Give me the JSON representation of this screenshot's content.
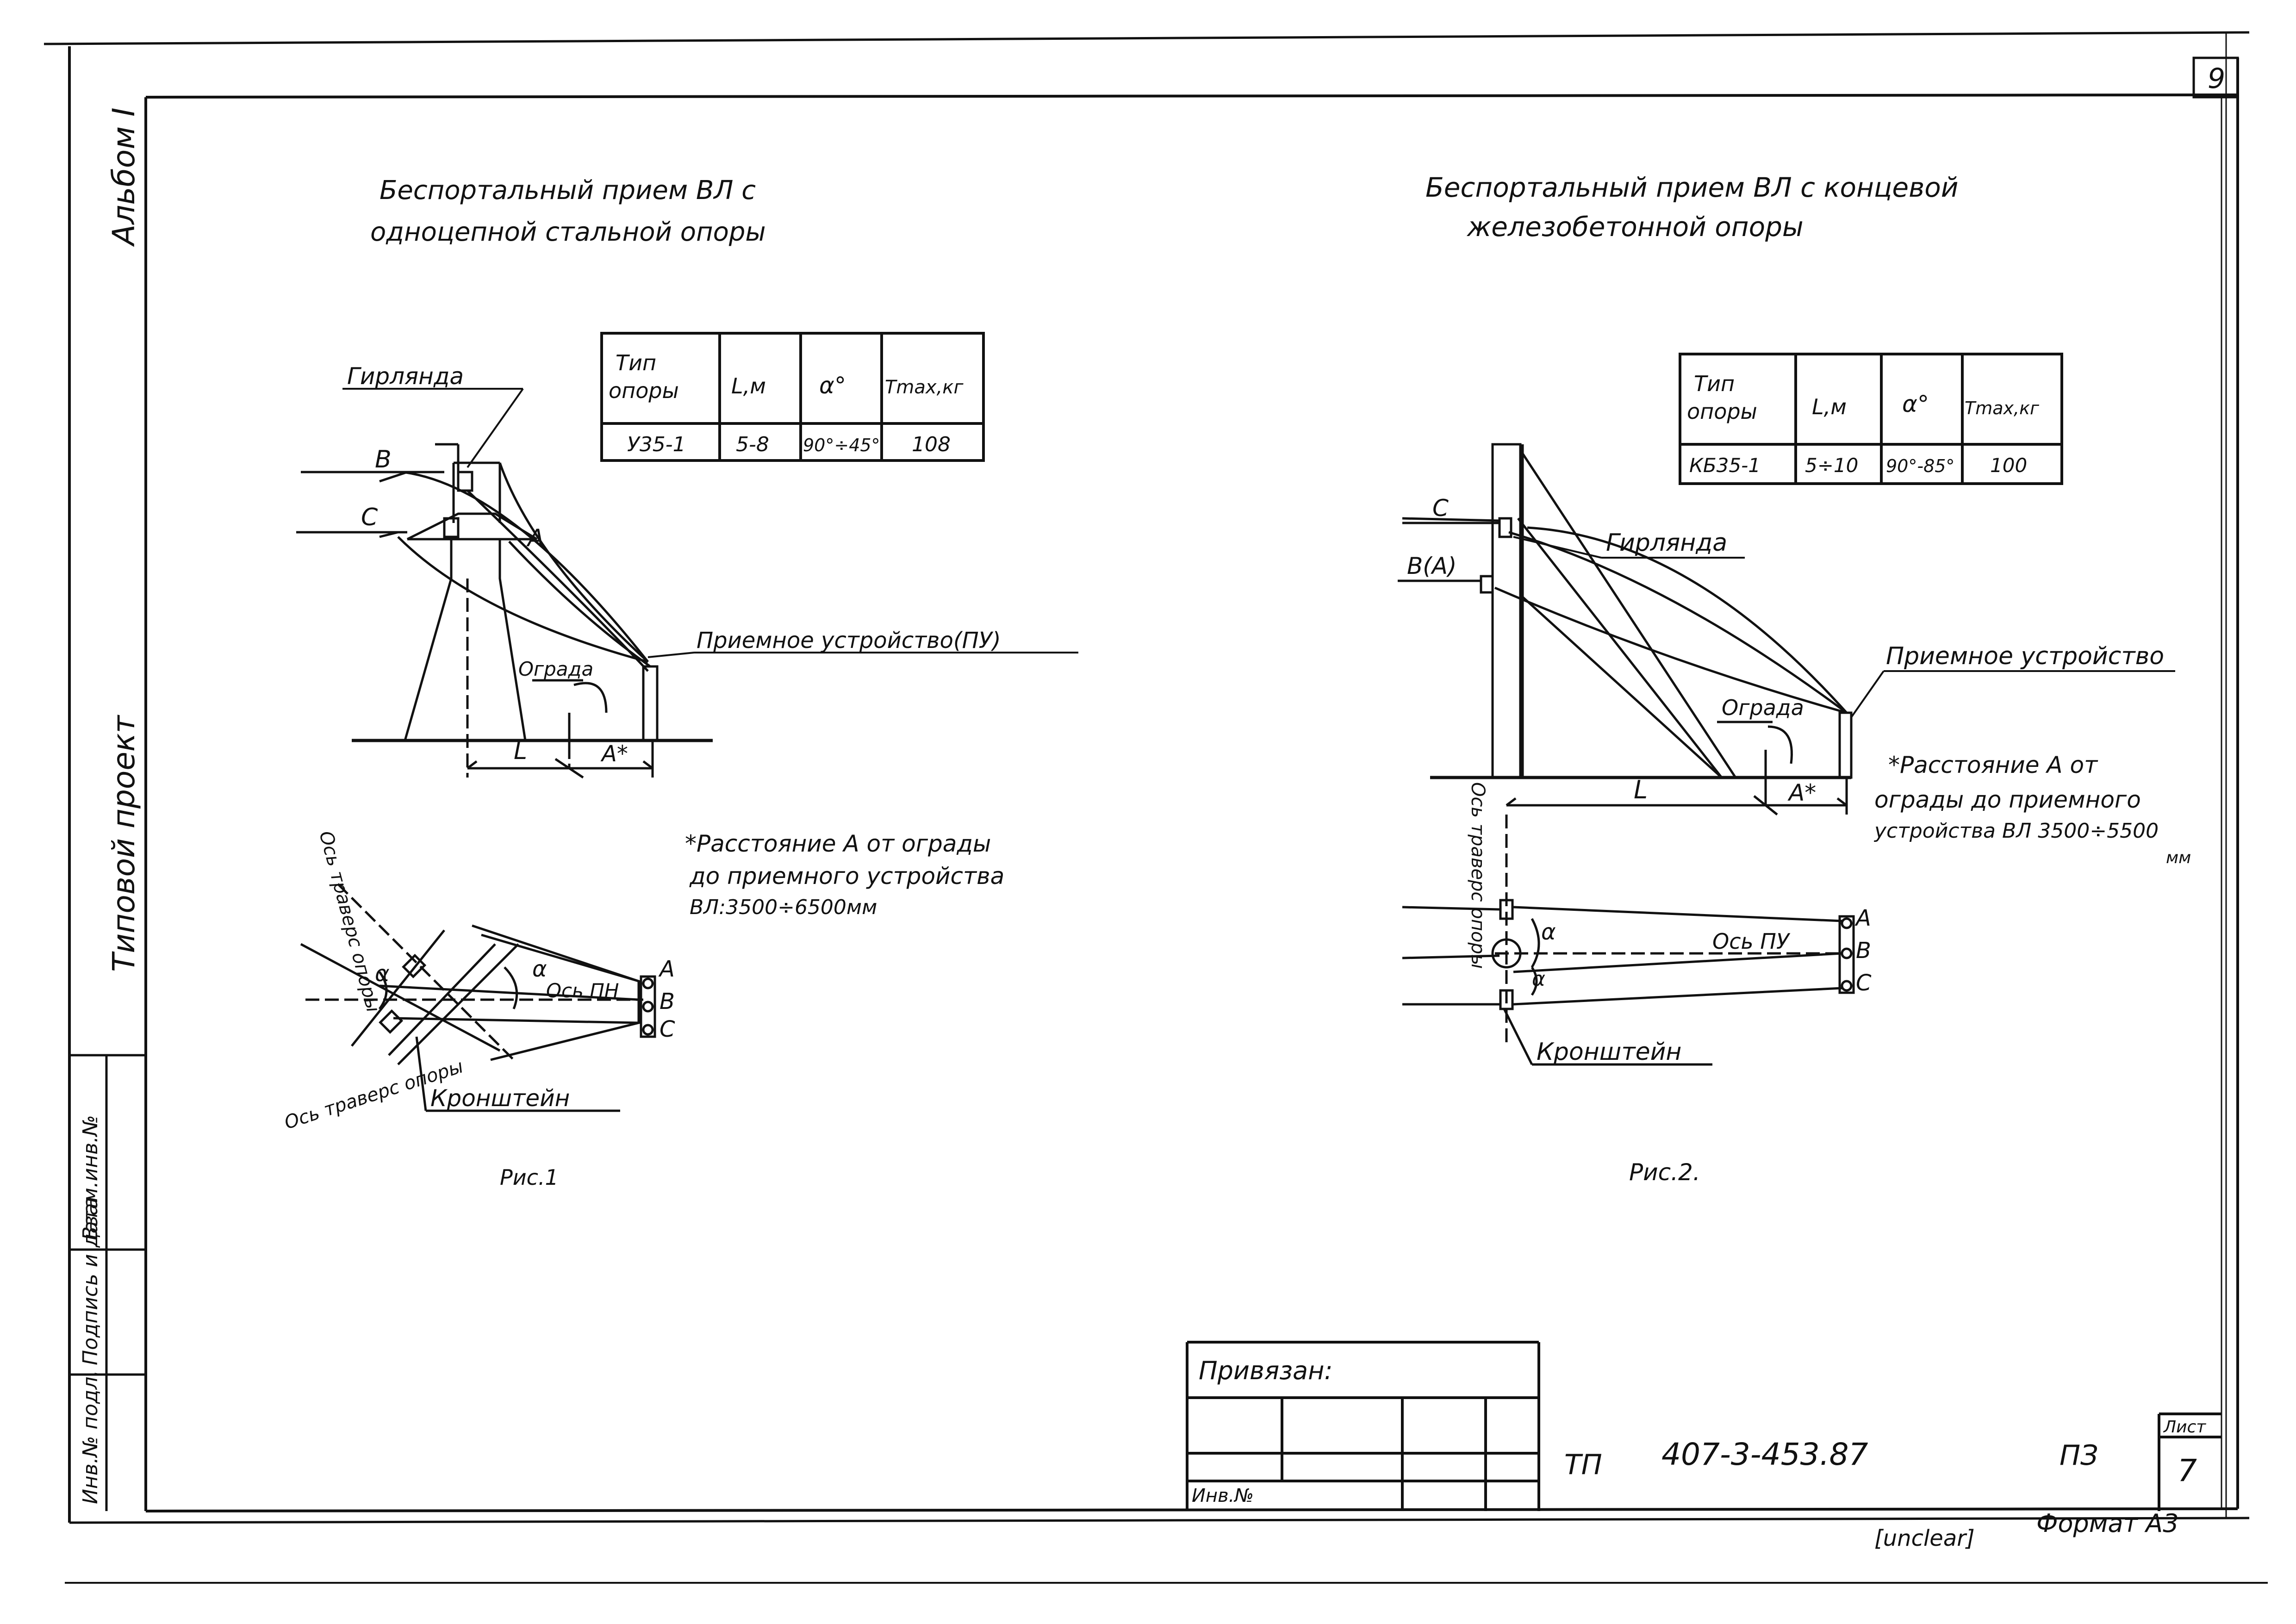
{
  "sheet_number": "9",
  "side_labels": {
    "album": "Альбом I",
    "project": "Типовой проект",
    "stamp_cells": [
      "Инв.№ подл.",
      "Подпись и дата",
      "Взам.инв.№"
    ]
  },
  "figure1": {
    "title_line1": "Беспортальный прием ВЛ с",
    "title_line2": "одноцепной стальной опоры",
    "table": {
      "headers": [
        "Тип опоры",
        "L,м",
        "α°",
        "Tmax,кг"
      ],
      "row": [
        "У35-1",
        "5-8",
        "90°÷45°",
        "108"
      ]
    },
    "labels": {
      "garland": "Гирлянда",
      "receiving_device": "Приемное устройство(ПУ)",
      "fence": "Ограда",
      "phase_b": "B",
      "phase_c": "C",
      "phase_a": "A",
      "dim_l": "L",
      "dim_a": "A*",
      "axis_traverse_top": "Ось траверс опоры",
      "axis_traverse_bottom": "Ось траверс опоры",
      "axis_pn": "Ось ПН",
      "alpha1": "α",
      "alpha2": "α",
      "plan_a": "A",
      "plan_b": "B",
      "plan_c": "C",
      "bracket": "Кронштейн"
    },
    "note": [
      "*Расстояние A от ограды",
      "до приемного устройства",
      "ВЛ:3500÷6500мм"
    ],
    "caption": "Рис.1"
  },
  "figure2": {
    "title_line1": "Беспортальный прием ВЛ с концевой",
    "title_line2": "железобетонной опоры",
    "table": {
      "headers": [
        "Тип опоры",
        "L,м",
        "α°",
        "Tmax,кг"
      ],
      "row": [
        "КБ35-1",
        "5÷10",
        "90°-85°",
        "100"
      ]
    },
    "labels": {
      "phase_c": "C",
      "phase_ba": "B(A)",
      "garland": "Гирлянда",
      "receiving_device": "Приемное устройство",
      "fence": "Ограда",
      "dim_l": "L",
      "dim_a": "A*",
      "axis_traverse": "Ось траверс опоры",
      "alpha1": "α",
      "alpha2": "α",
      "axis_pu": "Ось ПУ",
      "plan_a": "A",
      "plan_b": "B",
      "plan_c": "C",
      "bracket": "Кронштейн"
    },
    "note": [
      "*Расстояние A от",
      "ограды до приемного",
      "устройства ВЛ 3500÷5500",
      "мм"
    ],
    "caption": "Рис.2."
  },
  "title_block": {
    "bound_label": "Привязан:",
    "inv_label": "Инв.№",
    "tp": "ТП",
    "doc_number": "407-3-453.87",
    "section": "ПЗ",
    "sheet_label": "Лист",
    "sheet_value": "7"
  },
  "format_label": "Формат А3",
  "bottom_code": "[unclear]"
}
